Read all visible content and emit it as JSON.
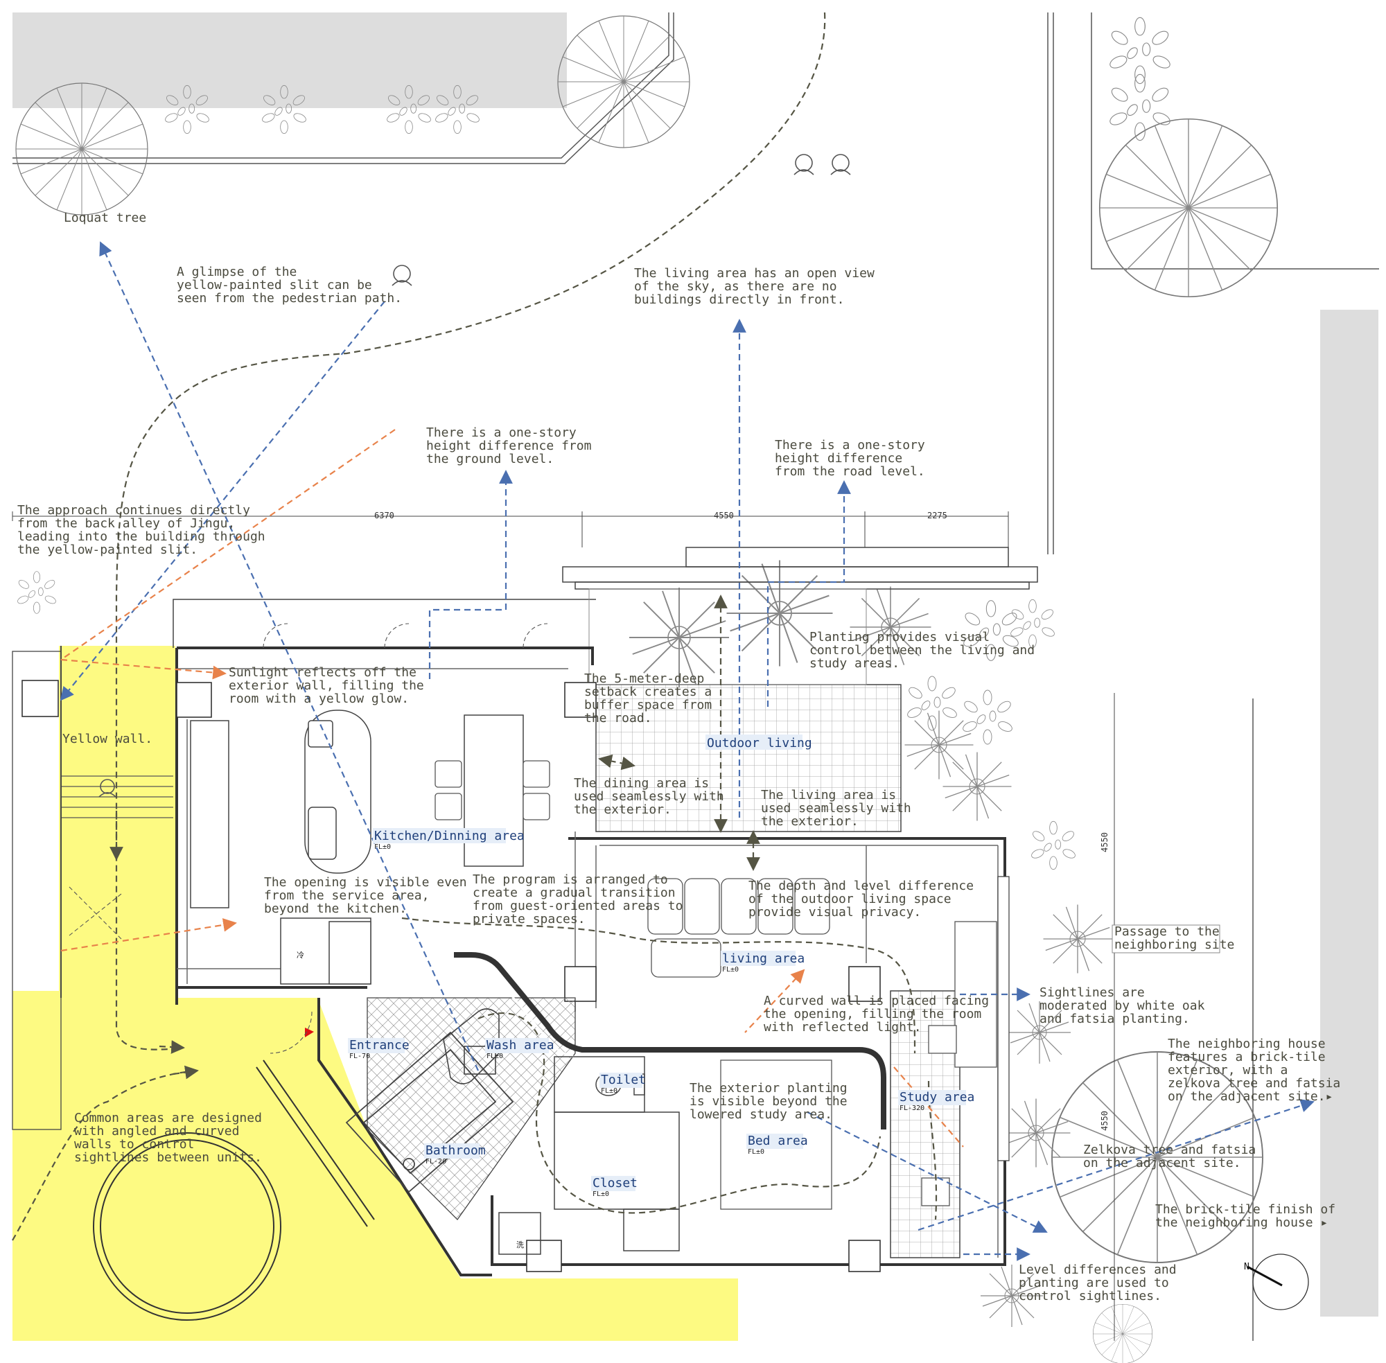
{
  "colors": {
    "yellow": "#fdfa82",
    "gray_band": "#dddddd",
    "wall": "#333333",
    "blue_arrow": "#4a6fb0",
    "orange_arrow": "#e8824a",
    "path_dash": "#555544",
    "room_label": "#1f3f7a",
    "room_label_bg": "#e6eef8",
    "annotation": "#4a4a3e"
  },
  "icons": [
    "tree-icon",
    "person-icon",
    "north-arrow-icon",
    "door-swing-icon"
  ],
  "annotations": {
    "loquat": [
      "Loquat tree"
    ],
    "glimpse": [
      "A glimpse of the",
      "yellow-painted slit can be",
      "seen from the pedestrian path."
    ],
    "sky": [
      "The living area has an open view",
      "of the sky, as there are no",
      "buildings directly in front."
    ],
    "ground_level": [
      "There is a one-story",
      "height difference from",
      "the ground level."
    ],
    "road_level": [
      "There is a one-story",
      "height difference",
      "from the road level."
    ],
    "approach": [
      "The approach continues directly",
      "from the back alley of Jingu,",
      "leading into the building through",
      "the yellow-painted slit."
    ],
    "sunlight": [
      "Sunlight reflects off the",
      "exterior wall, filling the",
      "room with a yellow glow."
    ],
    "setback": [
      "The 5-meter-deep",
      "setback creates a",
      "buffer space from",
      "the road."
    ],
    "planting_control": [
      "Planting provides visual",
      "control between the living and",
      "study areas."
    ],
    "yellow_wall": [
      "Yellow wall."
    ],
    "dining_seamless": [
      "The dining area is",
      "used seamlessly with",
      "the exterior."
    ],
    "living_seamless": [
      "The living area is",
      "used seamlessly with",
      "the exterior."
    ],
    "opening_visible": [
      "The opening is visible even",
      "from the service area,",
      "beyond the kitchen."
    ],
    "program": [
      "The program is arranged to",
      "create a gradual transition",
      "from guest-oriented areas to",
      "private spaces."
    ],
    "depth_level": [
      "The depth and level difference",
      "of the outdoor living space",
      "provide visual privacy."
    ],
    "passage": [
      "Passage to the",
      "neighboring site"
    ],
    "curved_wall": [
      "A curved wall is placed facing",
      "the opening, filling the room",
      "with reflected light."
    ],
    "sightlines_oak": [
      "Sightlines are",
      "moderated by white oak",
      "and fatsia planting."
    ],
    "neighbor_house": [
      "The neighboring house",
      "features a brick-tile",
      "exterior, with a",
      "zelkova tree and fatsia",
      "on the adjacent site.▸"
    ],
    "common_areas": [
      "Common areas are designed",
      "with angled and curved",
      "walls to control",
      "sightlines between units."
    ],
    "exterior_planting": [
      "The exterior planting",
      "is visible beyond the",
      "lowered study area."
    ],
    "zelkova": [
      "Zelkova tree and fatsia",
      "on the adjacent site."
    ],
    "brick_tile": [
      "The brick-tile finish of",
      "the neighboring house ▸"
    ],
    "level_diff": [
      "Level differences and",
      "planting are used to",
      "control sightlines."
    ]
  },
  "rooms": {
    "outdoor_living": "Outdoor living",
    "kitchen": "Kitchen/Dinning area",
    "kitchen_fl": "FL±0",
    "living": "living area",
    "living_fl": "FL±0",
    "entrance": "Entrance",
    "entrance_fl": "FL-70",
    "wash": "Wash area",
    "wash_fl": "FL±0",
    "toilet": "Toilet",
    "toilet_fl": "FL±0",
    "study": "Study area",
    "study_fl": "FL-320",
    "bathroom": "Bathroom",
    "bathroom_fl": "FL-20",
    "closet": "Closet",
    "closet_fl": "FL±0",
    "bed": "Bed area",
    "bed_fl": "FL±0"
  },
  "dimensions": {
    "d1": "6370",
    "d2": "4550",
    "d3": "2275",
    "v1": "4550",
    "v2": "4550"
  },
  "fixtures": {
    "fridge": "冷",
    "washer": "洗"
  }
}
